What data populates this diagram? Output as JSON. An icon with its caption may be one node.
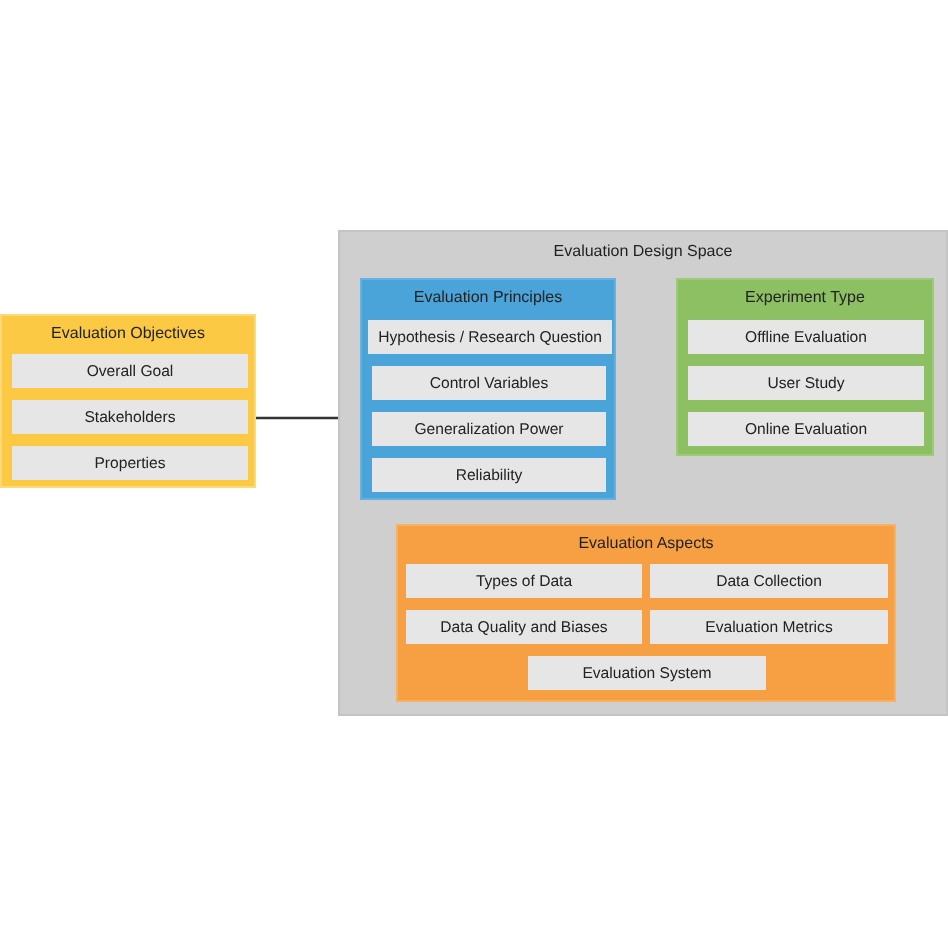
{
  "diagram": {
    "nodes": [
      {
        "text": [
          "Evaluation Objectives"
        ]
      },
      {
        "text": [
          "Overall Goal"
        ],
        "in": 0
      },
      {
        "text": [
          "Stakeholders"
        ],
        "in": 0
      },
      {
        "text": [
          "Properties"
        ],
        "in": 0
      },
      {
        "text": [
          "Evaluation Design Space"
        ]
      },
      {
        "text": [
          "Evaluation Principles"
        ],
        "in": 4
      },
      {
        "text": [
          "Hypothesis / Research Question"
        ],
        "in": 5
      },
      {
        "text": [
          "Control Variables"
        ],
        "in": 5
      },
      {
        "text": [
          "Generalization Power"
        ],
        "in": 5
      },
      {
        "text": [
          "Reliability"
        ],
        "in": 5
      },
      {
        "text": [
          "Experiment Type"
        ],
        "in": 4
      },
      {
        "text": [
          "Offline Evaluation"
        ],
        "in": 10
      },
      {
        "text": [
          "User Study"
        ],
        "in": 10
      },
      {
        "text": [
          "Online Evaluation"
        ],
        "in": 10
      },
      {
        "text": [
          "Evaluation Aspects"
        ],
        "in": 4
      },
      {
        "text": [
          "Types of Data"
        ],
        "in": 14
      },
      {
        "text": [
          "Data Collection"
        ],
        "in": 14
      },
      {
        "text": [
          "Data Quality and Biases"
        ],
        "in": 14
      },
      {
        "text": [
          "Evaluation Metrics"
        ],
        "in": 14
      },
      {
        "text": [
          "Evaluation System"
        ],
        "in": 14
      }
    ],
    "edges": [
      {
        "from": 0,
        "to": 4,
        "arrow": "none"
      }
    ]
  }
}
